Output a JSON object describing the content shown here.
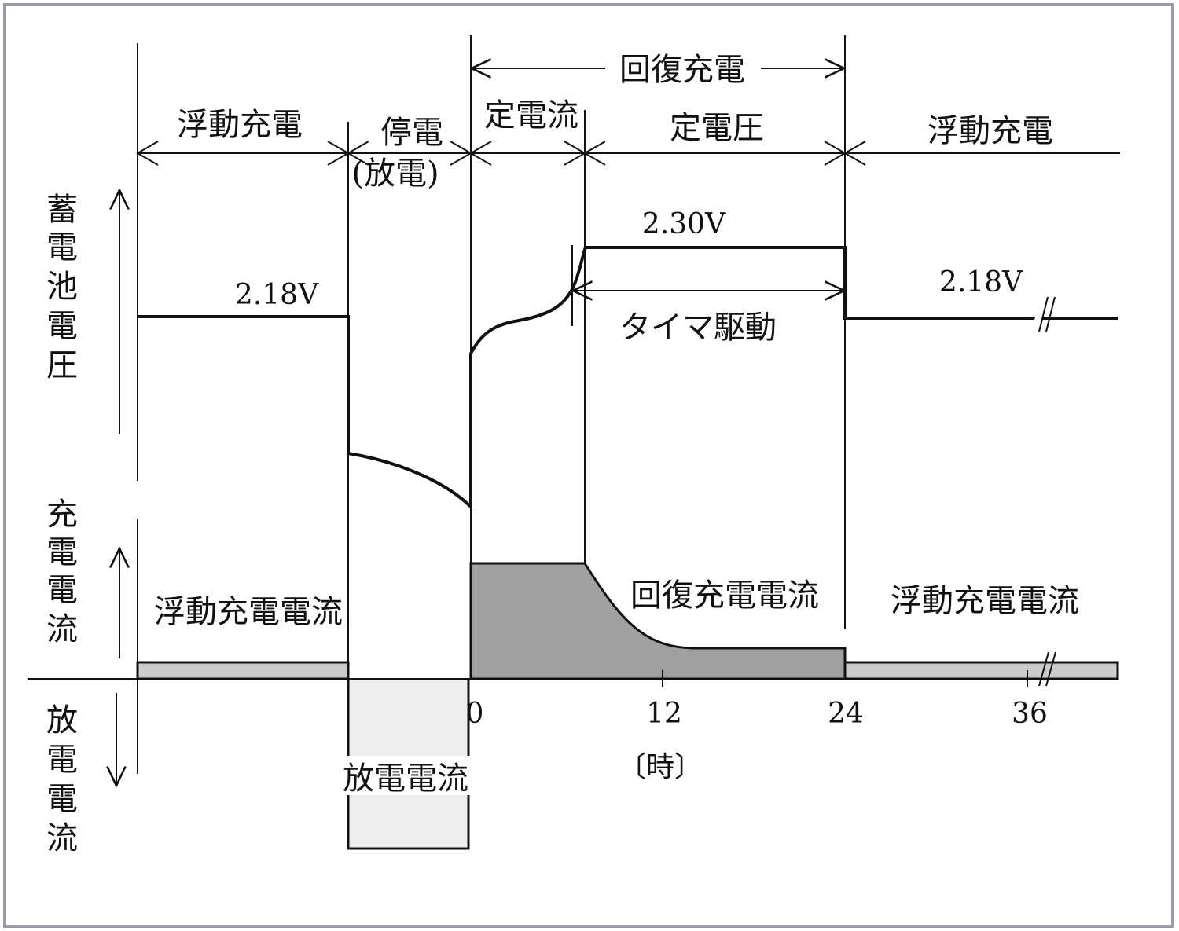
{
  "phases": {
    "float_left": "浮動充電",
    "outage": "停電",
    "outage_sub": "(放電)",
    "recovery": "回復充電",
    "constant_current": "定電流",
    "constant_voltage": "定電圧",
    "float_right": "浮動充電"
  },
  "voltage": {
    "axis_label": [
      "蓄",
      "電",
      "池",
      "電",
      "圧"
    ],
    "float_left_value": "2.18V",
    "cv_value": "2.30V",
    "float_right_value": "2.18V",
    "timer_label": "タイマ駆動"
  },
  "current": {
    "charge_axis_label": [
      "充",
      "電",
      "電",
      "流"
    ],
    "discharge_axis_label": [
      "放",
      "電",
      "電",
      "流"
    ],
    "float_left_label": "浮動充電電流",
    "discharge_label": "放電電流",
    "recovery_label": "回復充電電流",
    "float_right_label": "浮動充電電流"
  },
  "time_axis": {
    "ticks": [
      "0",
      "12",
      "24",
      "36"
    ],
    "unit": "〔時〕"
  },
  "colors": {
    "recovery_fill": "#a0a0a0",
    "float_fill": "#cccccc",
    "discharge_fill": "#eeeeee",
    "frame": "#9a9aa8"
  }
}
